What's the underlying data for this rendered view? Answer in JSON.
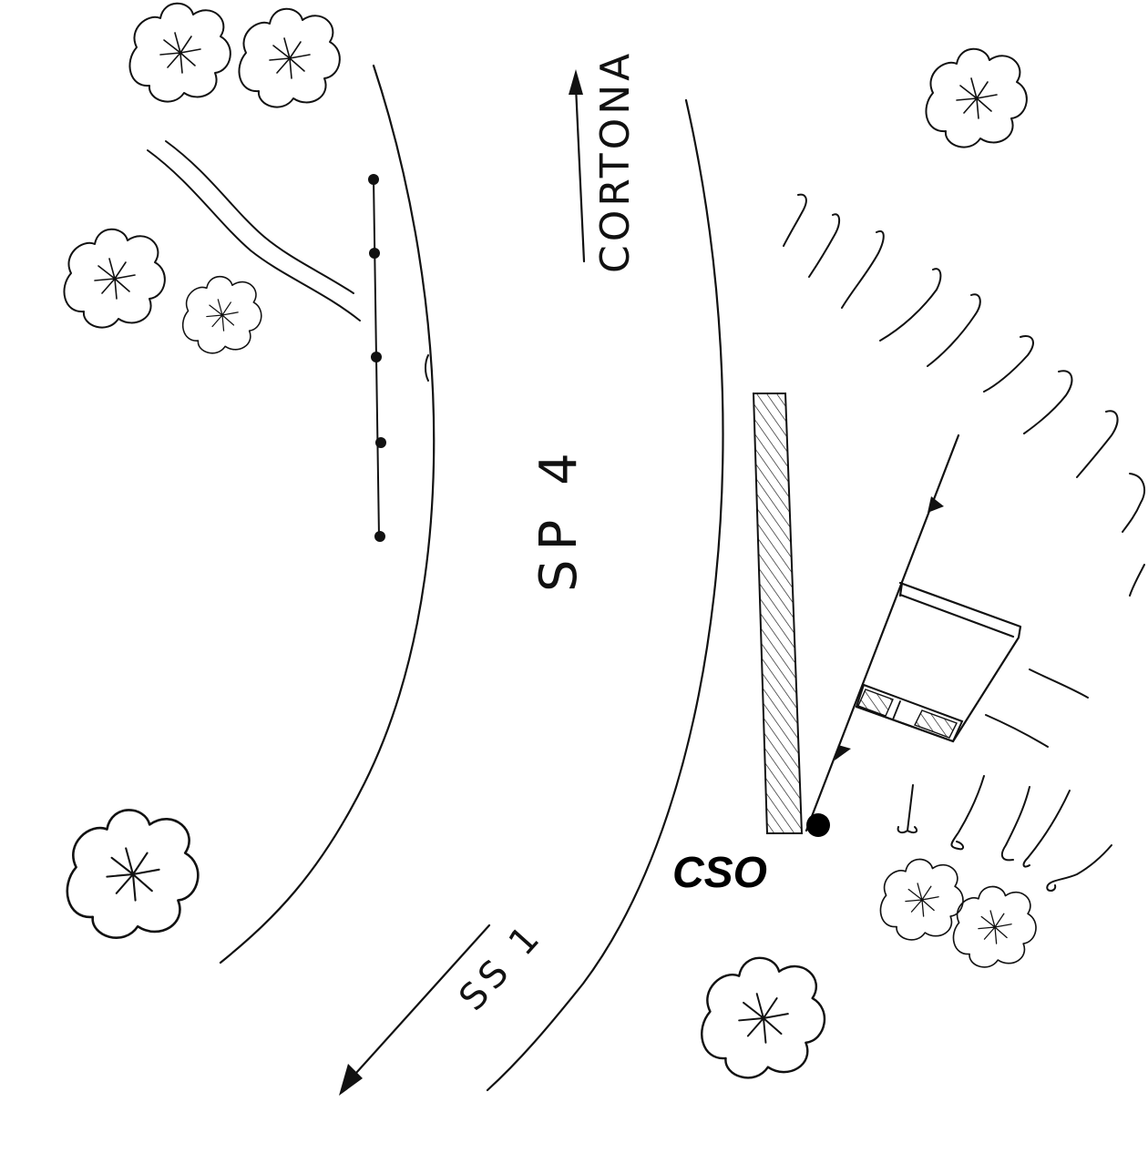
{
  "map": {
    "road_name": "SP 4",
    "direction_north": "CORTONA",
    "direction_south": "SS 1",
    "station_label": "CSO"
  },
  "colors": {
    "ink": "#111111",
    "background": "#ffffff"
  }
}
